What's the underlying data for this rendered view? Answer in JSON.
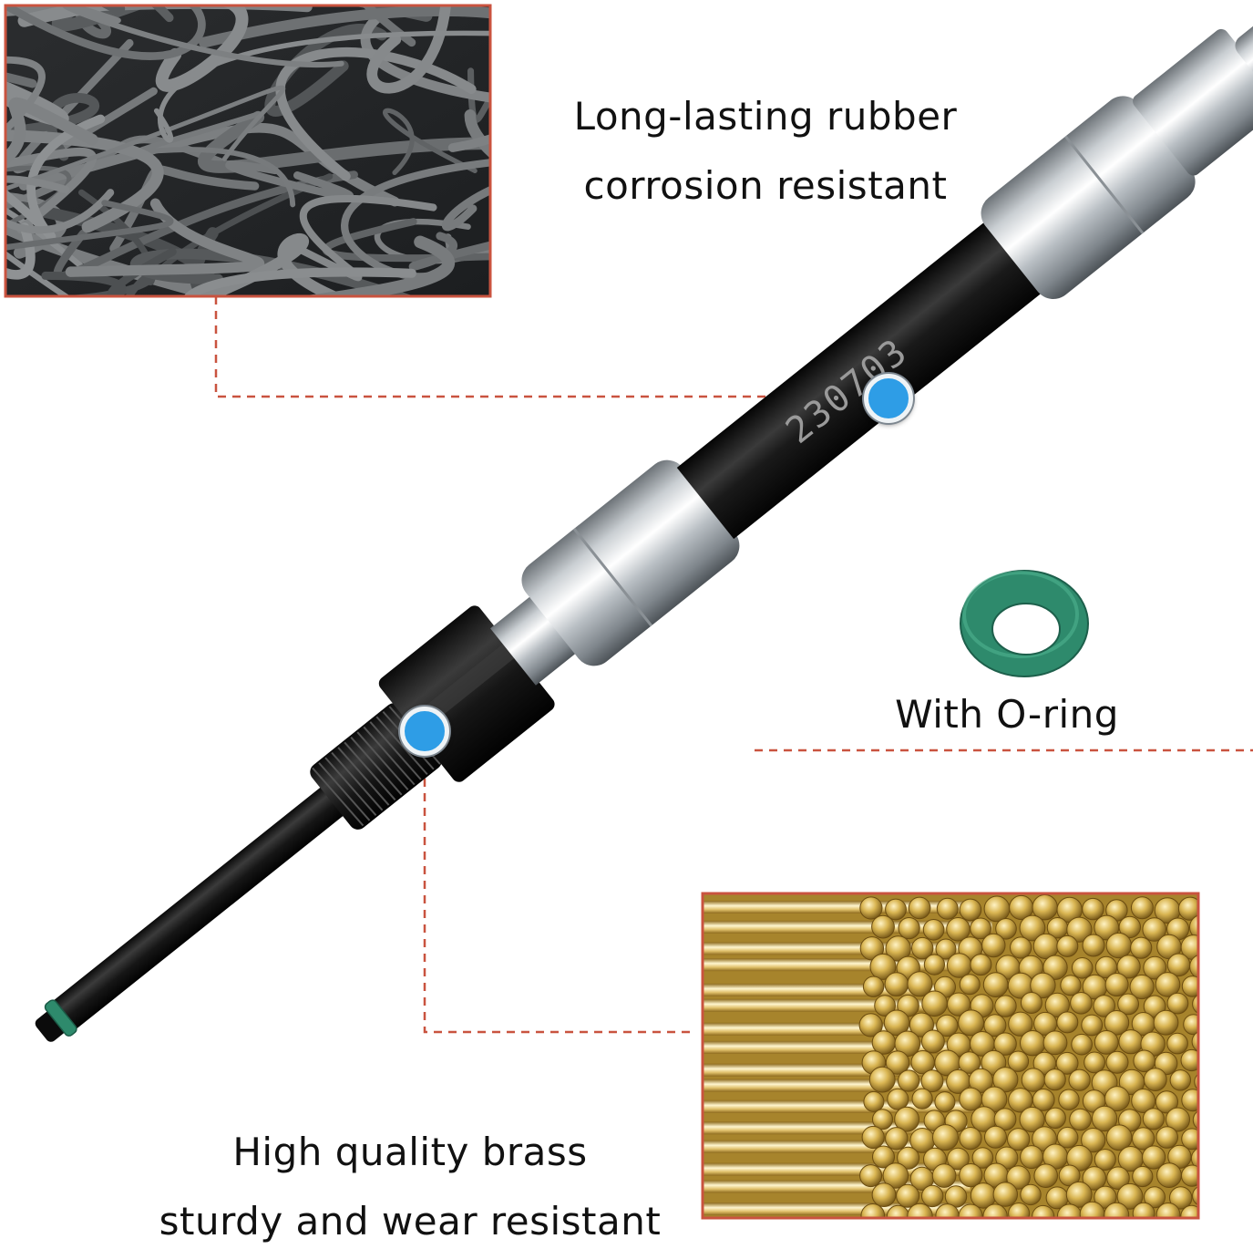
{
  "hose_print": "230703",
  "callouts": {
    "rubber": {
      "line1": "Long-lasting rubber",
      "line2": "corrosion resistant"
    },
    "oring": {
      "line1": "With O-ring"
    },
    "brass": {
      "line1": "High quality brass",
      "line2": "sturdy and wear resistant"
    }
  },
  "colors": {
    "callout_line": "#c9533f",
    "hotspot": "#2e9de6",
    "oring": "#2e8a6c",
    "hose": "#151515",
    "brass": "#c9a43a",
    "frame": "#c9533f"
  }
}
